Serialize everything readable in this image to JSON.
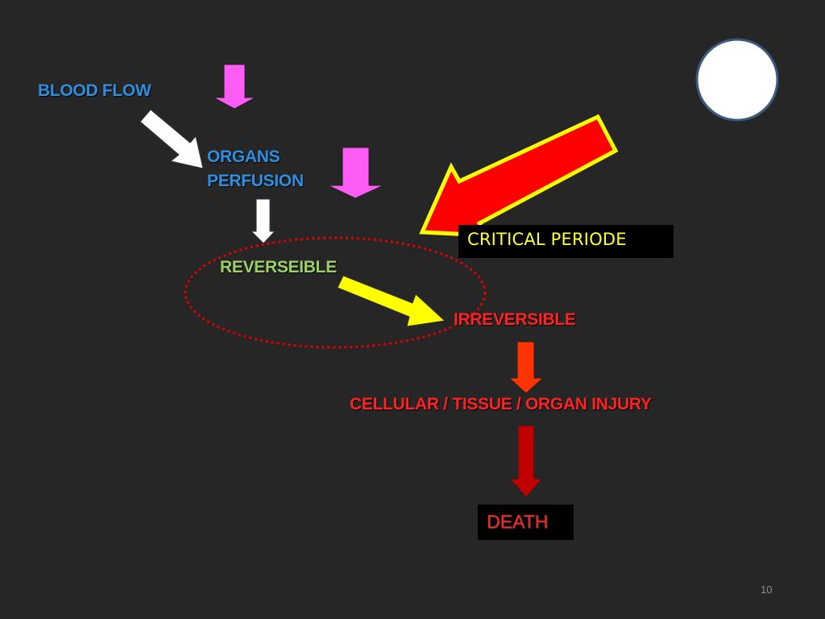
{
  "labels": {
    "blood_flow": "BLOOD FLOW",
    "organs": "ORGANS",
    "perfusion": "PERFUSION",
    "reversible": "REVERSEIBLE",
    "irreversible": "IRREVERSIBLE",
    "injury": "CELLULAR / TISSUE / ORGAN INJURY",
    "critical": "CRITICAL PERIODE",
    "death": "DEATH"
  },
  "page_number": "10",
  "colors": {
    "background": "#262626",
    "blue_text": "#2e8fe0",
    "green_text": "#9bd067",
    "red_text": "#ff2222",
    "critical_text": "#ffff33",
    "magenta_arrow": "#ff5bf5",
    "yellow_arrow": "#ffff00",
    "red_arrow": "#ff0000",
    "orange_arrow": "#ff3300",
    "dark_red_arrow": "#c00000",
    "dotted_ellipse": "#e00000"
  }
}
